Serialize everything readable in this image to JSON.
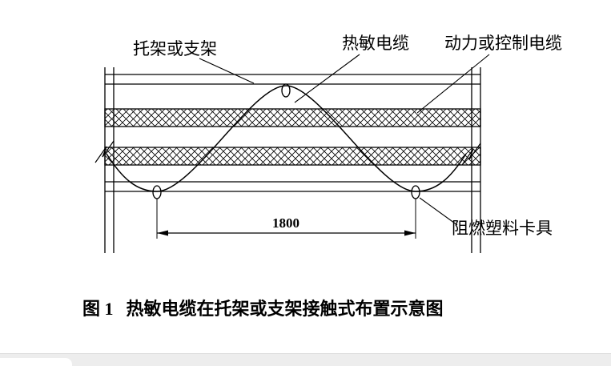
{
  "colors": {
    "line": "#000000",
    "background": "#ffffff",
    "footer_band": "#ededed"
  },
  "diagram": {
    "labels": {
      "bracket": "托架或支架",
      "heat_cable": "热敏电缆",
      "power_cable": "动力或控制电缆",
      "clamp": "阻燃塑料卡具"
    },
    "dimension_value": "1800"
  },
  "caption": {
    "figure_no": "图 1",
    "text": "热敏电缆在托架或支架接触式布置示意图"
  }
}
